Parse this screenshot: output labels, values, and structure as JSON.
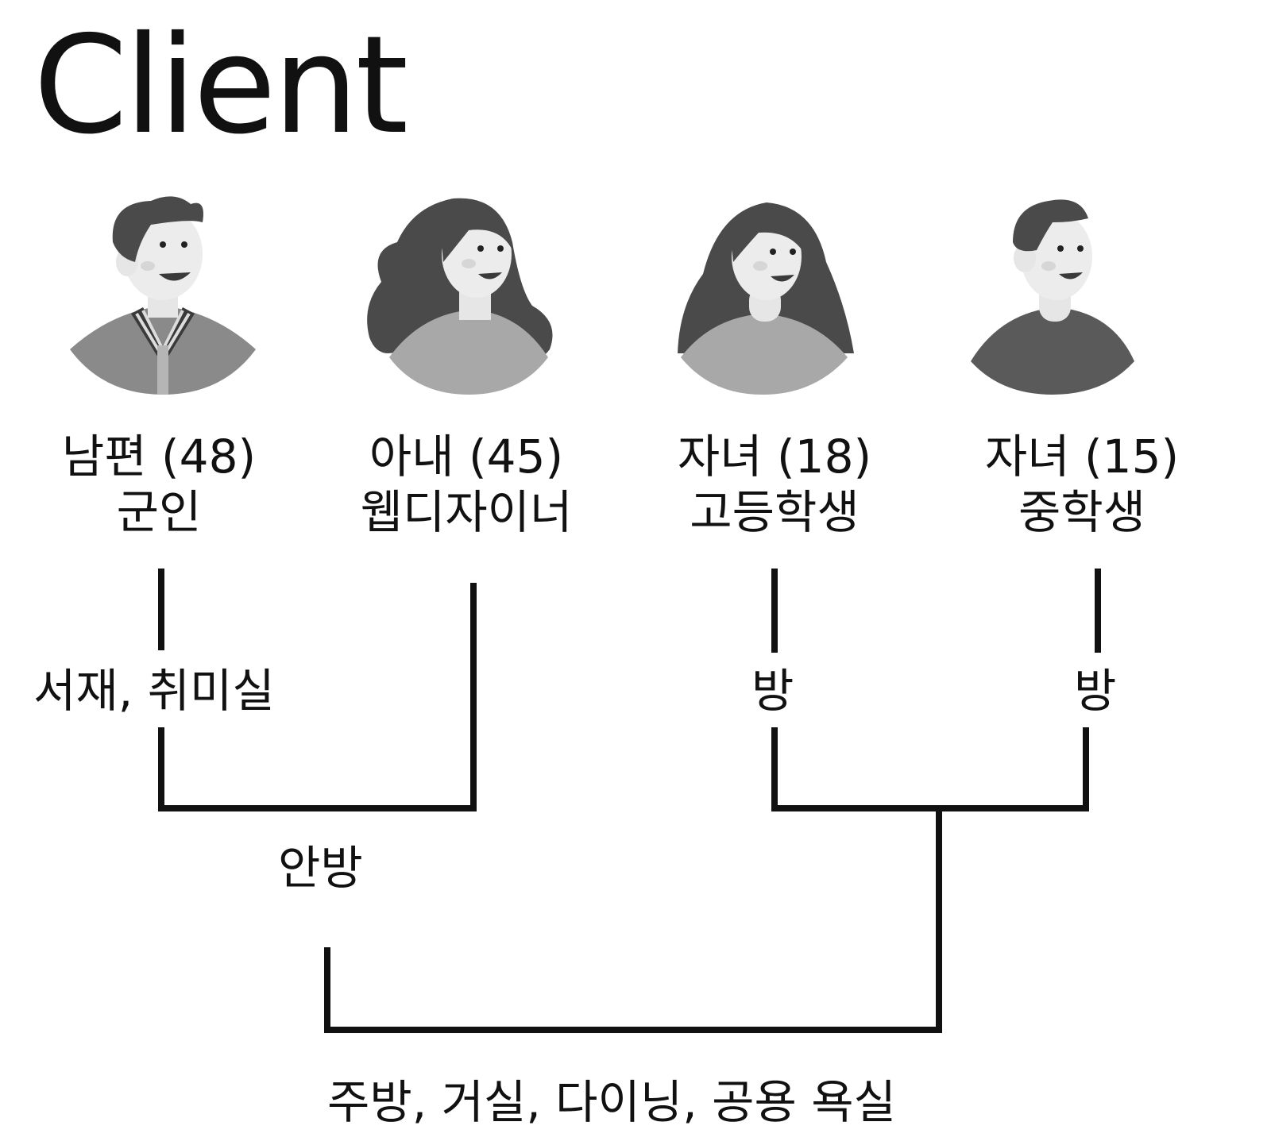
{
  "title": "Client",
  "members": [
    {
      "name": "남편 (48)",
      "role": "군인",
      "avatar_icon": "man-avatar-icon"
    },
    {
      "name": "아내 (45)",
      "role": "웹디자이너",
      "avatar_icon": "woman-avatar-icon"
    },
    {
      "name": "자녀 (18)",
      "role": "고등학생",
      "avatar_icon": "girl-avatar-icon"
    },
    {
      "name": "자녀 (15)",
      "role": "중학생",
      "avatar_icon": "boy-avatar-icon"
    }
  ],
  "rooms": {
    "husband": "서재, 취미실",
    "child1": "방",
    "child2": "방",
    "parents": "안방",
    "shared": "주방, 거실, 다이닝, 공용 욕실"
  },
  "colors": {
    "line": "#111111",
    "hair": "#4a4a4a",
    "skin": "#ececec",
    "cheek": "#d6d6d6",
    "shirt_light": "#a8a8a8",
    "shirt_dark": "#5a5a5a"
  }
}
